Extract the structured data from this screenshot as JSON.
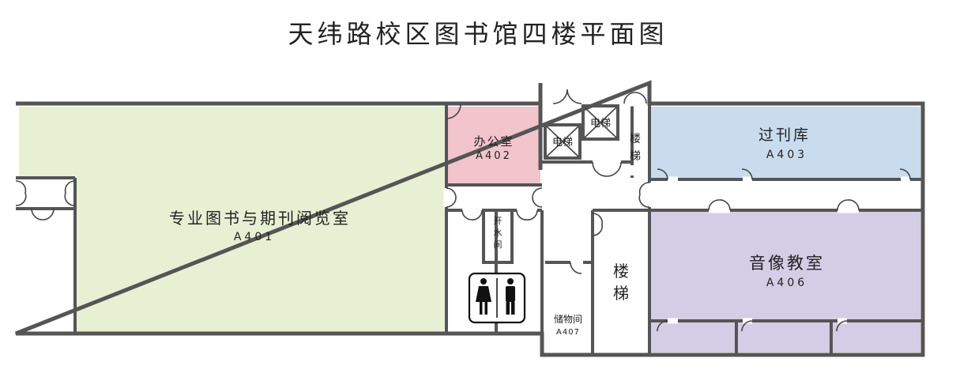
{
  "title": "天纬路校区图书馆四楼平面图",
  "colors": {
    "reading_room": "#e8f0d4",
    "office": "#f2c4cc",
    "periodicals": "#c8dced",
    "av_classroom": "#d3cde6",
    "wall": "#555555"
  },
  "rooms": {
    "a401": {
      "name": "专业图书与期刊阅览室",
      "code": "A401"
    },
    "a402": {
      "name": "办公室",
      "code": "A402"
    },
    "a403": {
      "name": "过刊库",
      "code": "A403"
    },
    "a406": {
      "name": "音像教室",
      "code": "A406"
    },
    "a407": {
      "name": "储物间",
      "code": "A407"
    },
    "water": {
      "c1": "开",
      "c2": "水",
      "c3": "间"
    },
    "stairs_small": {
      "c1": "楼",
      "c2": "梯"
    },
    "stairs_large": {
      "c1": "楼",
      "c2": "梯"
    },
    "elevator_1": "电梯",
    "elevator_2": "电梯"
  },
  "icons": {
    "restroom": "restroom-icon"
  }
}
